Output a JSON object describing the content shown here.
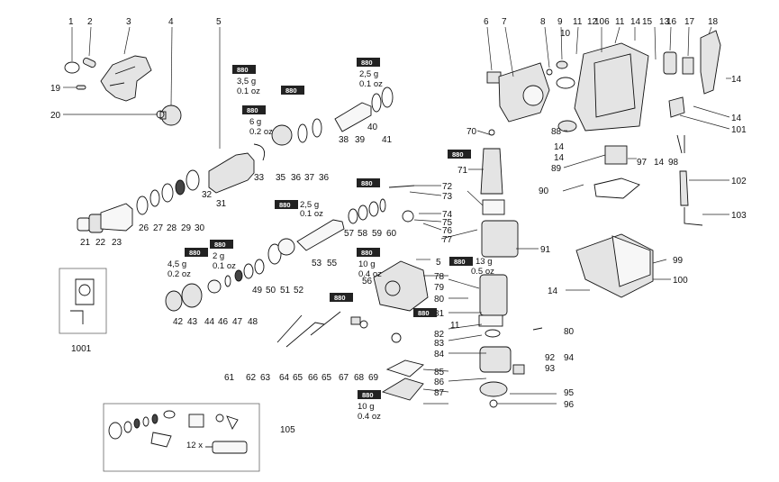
{
  "diagram": {
    "part_labels": [
      "1",
      "2",
      "3",
      "4",
      "5",
      "5",
      "6",
      "7",
      "8",
      "9",
      "10",
      "11",
      "11",
      "11",
      "12",
      "13",
      "14",
      "14",
      "14",
      "14",
      "14",
      "14",
      "14",
      "15",
      "16",
      "17",
      "18",
      "19",
      "20",
      "21",
      "22",
      "23",
      "26",
      "27",
      "28",
      "29",
      "30",
      "31",
      "32",
      "33",
      "35",
      "36",
      "36",
      "37",
      "38",
      "39",
      "40",
      "41",
      "42",
      "43",
      "44",
      "46",
      "47",
      "48",
      "49",
      "50",
      "51",
      "52",
      "53",
      "55",
      "56",
      "57",
      "58",
      "59",
      "60",
      "61",
      "62",
      "63",
      "64",
      "65",
      "65",
      "66",
      "67",
      "68",
      "69",
      "70",
      "71",
      "72",
      "73",
      "74",
      "75",
      "76",
      "77",
      "78",
      "79",
      "80",
      "80",
      "81",
      "82",
      "83",
      "84",
      "85",
      "86",
      "87",
      "88",
      "89",
      "90",
      "91",
      "92",
      "93",
      "94",
      "95",
      "96",
      "97",
      "98",
      "99",
      "100",
      "101",
      "102",
      "103",
      "105",
      "106",
      "1001"
    ],
    "grease_badge": "880",
    "grease_notes": [
      {
        "amount": "3,5 g",
        "imperial": "0.1 oz"
      },
      {
        "amount": "6 g",
        "imperial": "0.2 oz"
      },
      {
        "amount": "2,5 g",
        "imperial": "0.1 oz"
      },
      {
        "amount": "2,5 g",
        "imperial": "0.1 oz"
      },
      {
        "amount": "4,5 g",
        "imperial": "0.2 oz"
      },
      {
        "amount": "2 g",
        "imperial": "0.1 oz"
      },
      {
        "amount": "10 g",
        "imperial": "0.4 oz"
      },
      {
        "amount": "13 g",
        "imperial": "0.5 oz"
      },
      {
        "amount": "10 g",
        "imperial": "0.4 oz"
      }
    ],
    "qty_note": "12 x"
  }
}
